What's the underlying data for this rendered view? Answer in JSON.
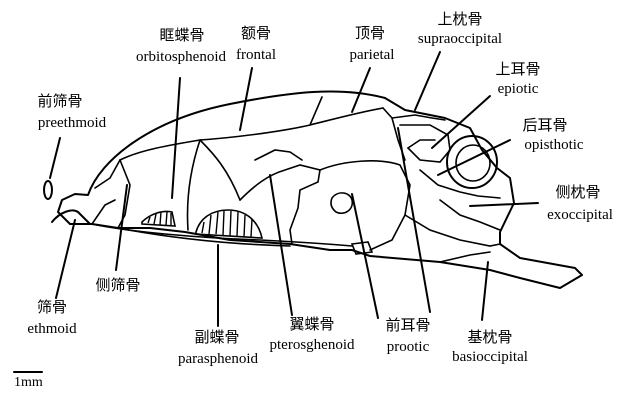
{
  "labels": {
    "orbitosphenoid": {
      "zh": "眶蝶骨",
      "en": "orbitosphenoid"
    },
    "frontal": {
      "zh": "额骨",
      "en": "frontal"
    },
    "parietal": {
      "zh": "顶骨",
      "en": "parietal"
    },
    "supraoccipital": {
      "zh": "上枕骨",
      "en": "supraoccipital"
    },
    "epiotic": {
      "zh": "上耳骨",
      "en": "epiotic"
    },
    "opisthotic": {
      "zh": "后耳骨",
      "en": "opisthotic"
    },
    "exoccipital": {
      "zh": "侧枕骨",
      "en": "exoccipital"
    },
    "preethmoid": {
      "zh": "前筛骨",
      "en": "preethmoid"
    },
    "lateral_ethmoid": {
      "zh": "侧筛骨"
    },
    "ethmoid": {
      "zh": "筛骨",
      "en": "ethmoid"
    },
    "parasphenoid": {
      "zh": "副蝶骨",
      "en": "parasphenoid"
    },
    "pterosphenoid": {
      "zh": "翼蝶骨",
      "en": "pterosghenoid"
    },
    "prootic": {
      "zh": "前耳骨",
      "en": "prootic"
    },
    "basioccipital": {
      "zh": "基枕骨",
      "en": "basioccipital"
    }
  },
  "scale_bar": {
    "label": "1mm"
  }
}
